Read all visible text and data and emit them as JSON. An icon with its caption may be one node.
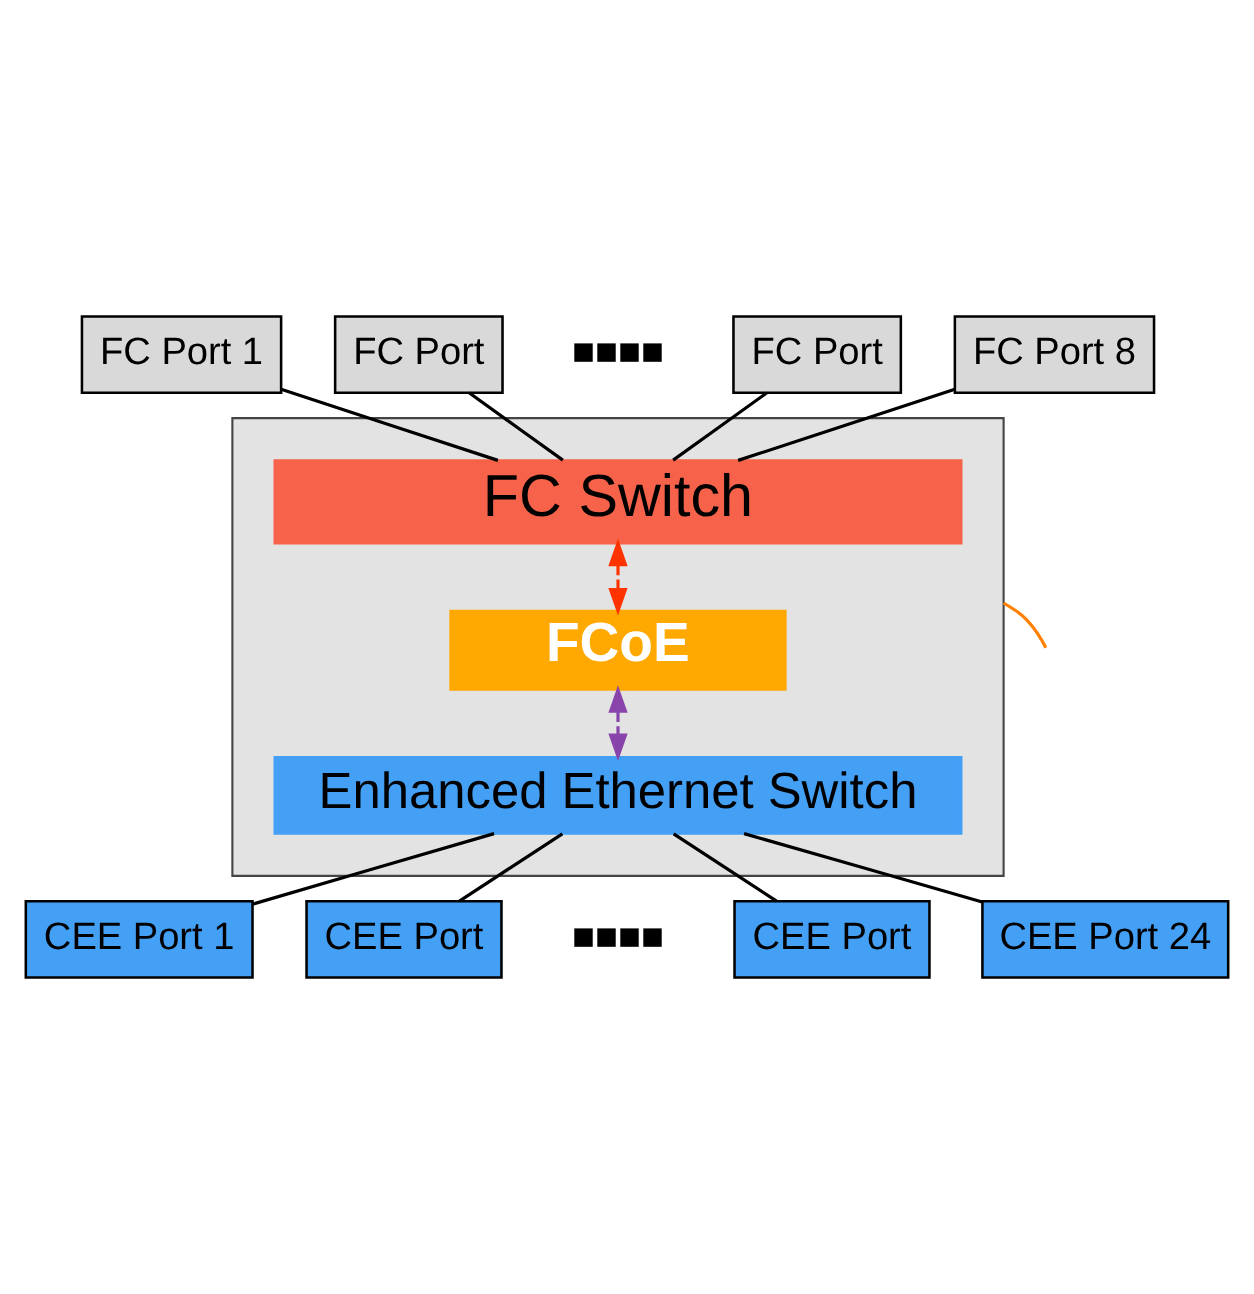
{
  "diagram": {
    "nodes": [
      {
        "text": [
          "FC Port 1"
        ]
      },
      {
        "text": [
          "FC Port"
        ]
      },
      {
        "text": [
          "FC Port"
        ]
      },
      {
        "text": [
          "FC Port 8"
        ]
      },
      {
        "text": [],
        "shape": "box"
      },
      {
        "text": [
          "FC Switch"
        ],
        "in": 4
      },
      {
        "text": [
          "FCoE"
        ],
        "in": 4
      },
      {
        "text": [
          "Enhanced Ethernet Switch"
        ],
        "in": 4
      },
      {
        "text": [
          "CEE Port 1"
        ]
      },
      {
        "text": [
          "CEE Port"
        ]
      },
      {
        "text": [
          "CEE Port"
        ]
      },
      {
        "text": [
          "CEE Port 24"
        ]
      }
    ],
    "edges": [
      {
        "from": 0,
        "to": 5,
        "arrow": "none"
      },
      {
        "from": 1,
        "to": 5,
        "arrow": "none"
      },
      {
        "from": 2,
        "to": 5,
        "arrow": "none"
      },
      {
        "from": 3,
        "to": 5,
        "arrow": "none"
      },
      {
        "from": 5,
        "to": 6,
        "arrow": "both",
        "style": "dashed",
        "color": "#ff3300"
      },
      {
        "from": 6,
        "to": 7,
        "arrow": "both",
        "style": "dashed",
        "color": "#8844aa"
      },
      {
        "from": 7,
        "to": 8,
        "arrow": "none"
      },
      {
        "from": 7,
        "to": 9,
        "arrow": "none"
      },
      {
        "from": 7,
        "to": 10,
        "arrow": "none"
      },
      {
        "from": 7,
        "to": 11,
        "arrow": "none"
      },
      {
        "from": 4,
        "to": null,
        "arrow": "none",
        "color": "#ff8000"
      }
    ],
    "labels": [
      "■■■■",
      "■■■■"
    ]
  }
}
